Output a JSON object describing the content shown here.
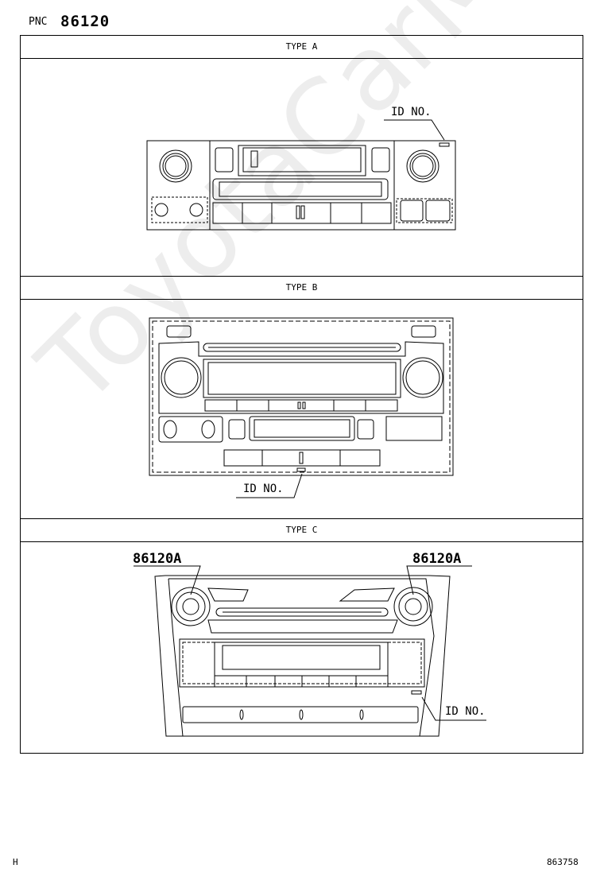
{
  "header": {
    "pnc_label": "PNC",
    "pnc_code": "86120"
  },
  "sections": [
    {
      "title": "TYPE  A",
      "id_label": "ID NO."
    },
    {
      "title": "TYPE  B",
      "id_label": "ID NO."
    },
    {
      "title": "TYPE  C",
      "id_label": "ID NO.",
      "callouts": [
        "86120A",
        "86120A"
      ]
    }
  ],
  "watermark": "ToyotaCarMine.ru",
  "footer": {
    "left": "H",
    "right": "863758"
  }
}
